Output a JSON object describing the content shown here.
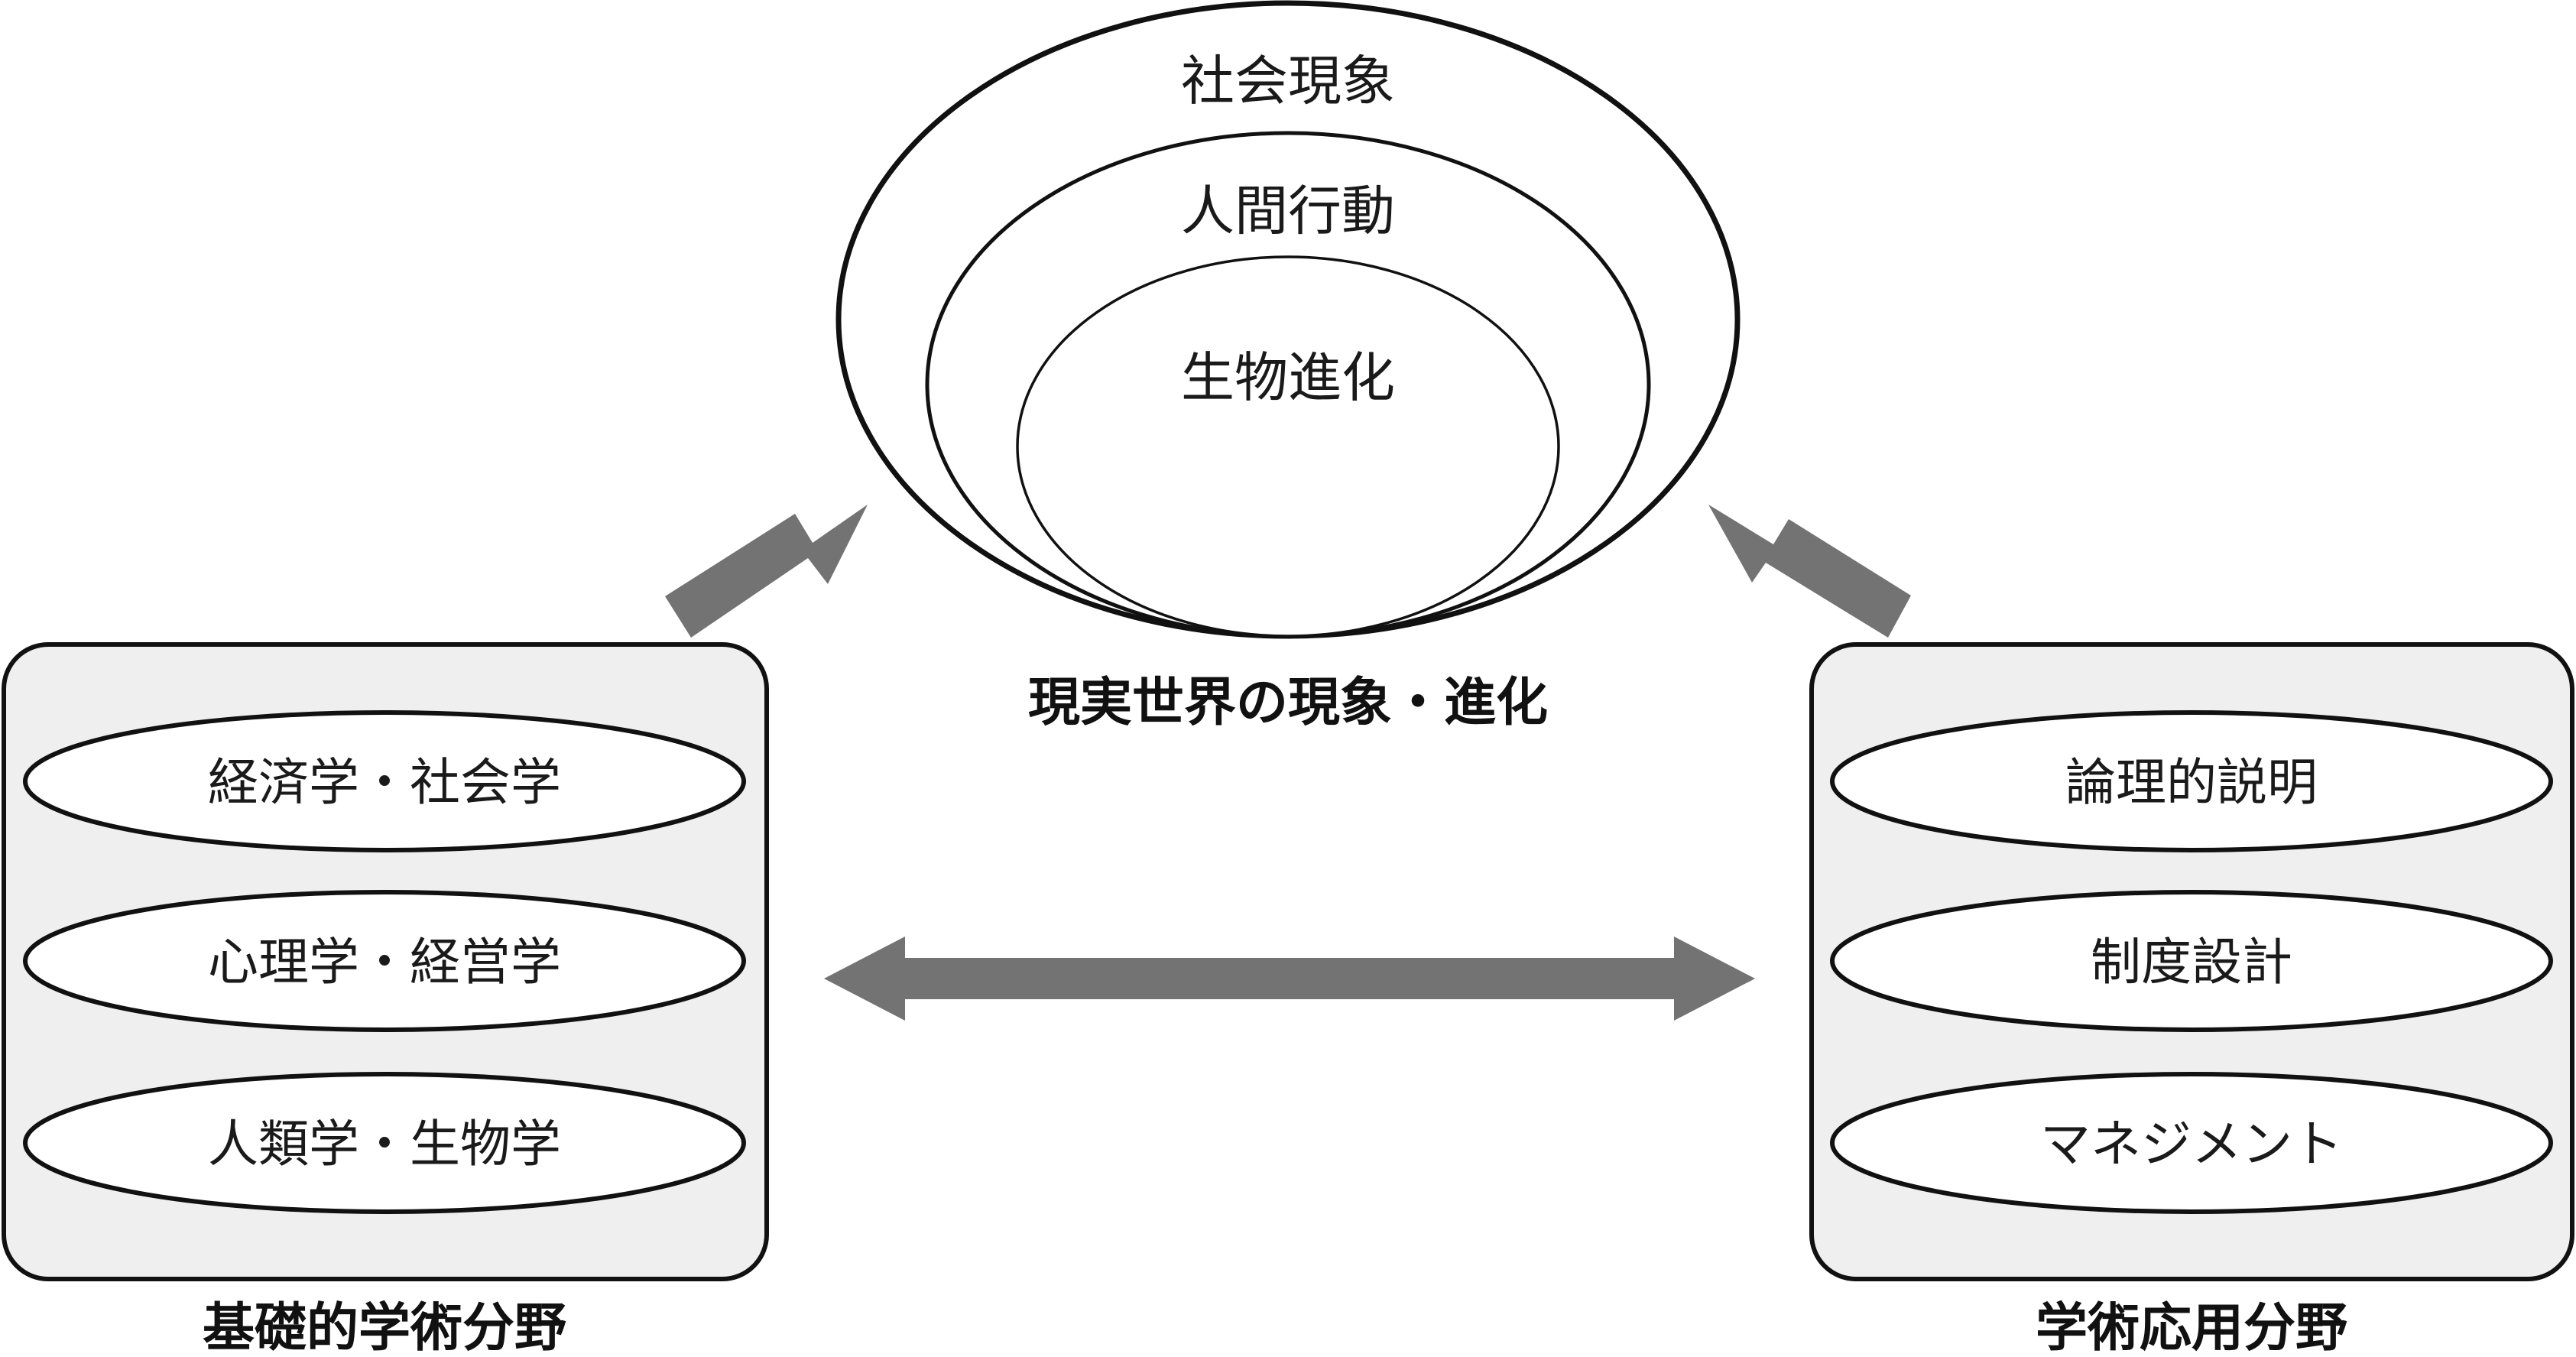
{
  "center": {
    "rings": [
      {
        "label": "社会現象"
      },
      {
        "label": "人間行動"
      },
      {
        "label": "生物進化"
      }
    ],
    "caption": "現実世界の現象・進化"
  },
  "left_panel": {
    "caption": "基礎的学術分野",
    "items": [
      {
        "label": "経済学・社会学"
      },
      {
        "label": "心理学・経営学"
      },
      {
        "label": "人類学・生物学"
      }
    ]
  },
  "right_panel": {
    "caption": "学術応用分野",
    "items": [
      {
        "label": "論理的説明"
      },
      {
        "label": "制度設計"
      },
      {
        "label": "マネジメント"
      }
    ]
  },
  "colors": {
    "panel_fill": "#efefef",
    "arrow": "#737373",
    "stroke": "#111111"
  }
}
